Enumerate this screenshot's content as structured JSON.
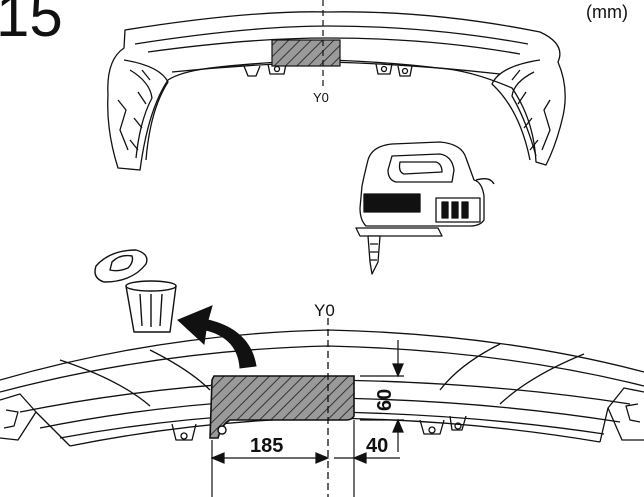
{
  "step_number": "15",
  "units": "(mm)",
  "axis_label_top": "Y0",
  "axis_label_bottom": "Y0",
  "dimensions": {
    "height": "60",
    "left_offset": "185",
    "right_offset": "40"
  },
  "icons": [
    "trash-bin-icon",
    "jigsaw-icon",
    "curved-arrow-icon"
  ],
  "colors": {
    "line": "#111111",
    "hatch_fill": "#888888",
    "background": "#ffffff"
  }
}
